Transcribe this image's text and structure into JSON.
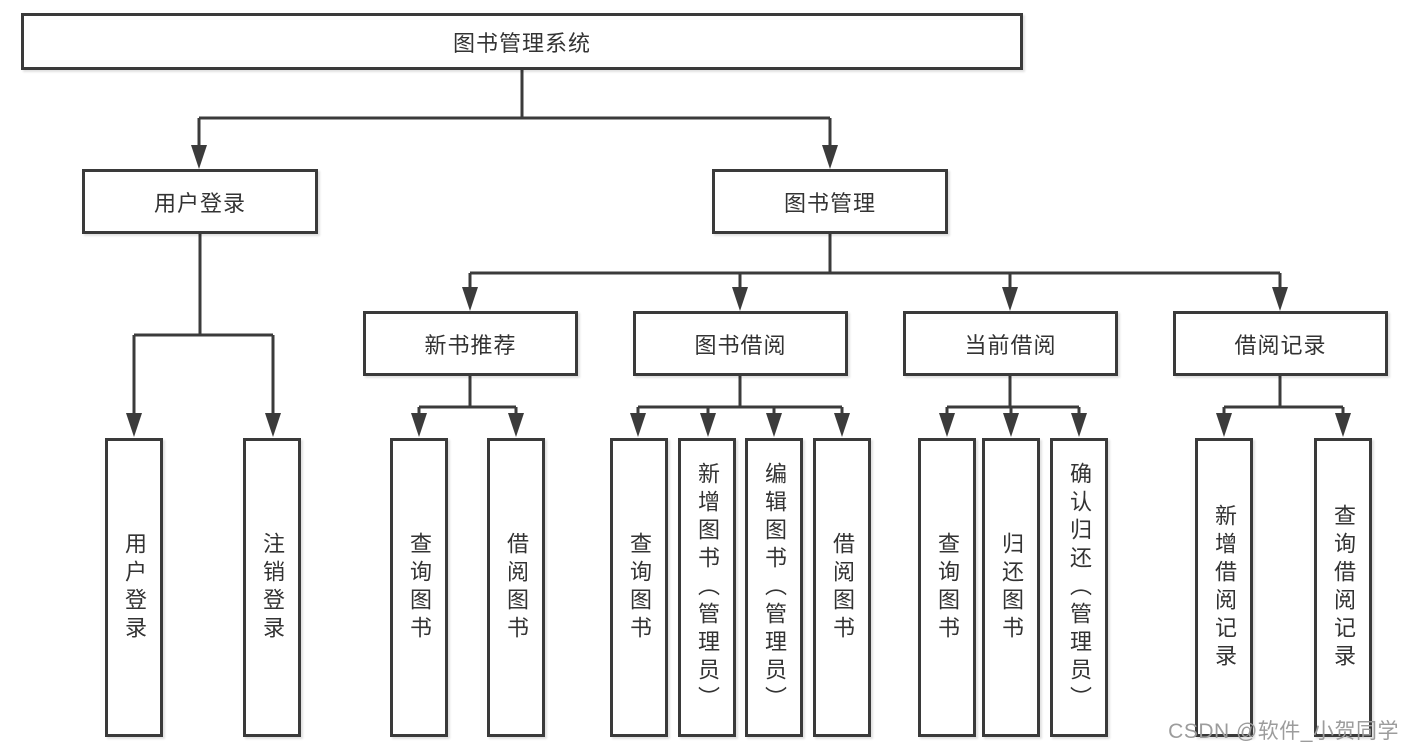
{
  "tree": {
    "label": "图书管理系统",
    "children": [
      {
        "label": "用户登录",
        "children": [
          {
            "label": "用户登录"
          },
          {
            "label": "注销登录"
          }
        ]
      },
      {
        "label": "图书管理",
        "children": [
          {
            "label": "新书推荐",
            "children": [
              {
                "label": "查询图书"
              },
              {
                "label": "借阅图书"
              }
            ]
          },
          {
            "label": "图书借阅",
            "children": [
              {
                "label": "查询图书"
              },
              {
                "label": "新增图书（管理员）"
              },
              {
                "label": "编辑图书（管理员）"
              },
              {
                "label": "借阅图书"
              }
            ]
          },
          {
            "label": "当前借阅",
            "children": [
              {
                "label": "查询图书"
              },
              {
                "label": "归还图书"
              },
              {
                "label": "确认归还（管理员）"
              }
            ]
          },
          {
            "label": "借阅记录",
            "children": [
              {
                "label": "新增借阅记录"
              },
              {
                "label": "查询借阅记录"
              }
            ]
          }
        ]
      }
    ]
  },
  "watermark": {
    "text": "CSDN @软件_小贺同学"
  },
  "colors": {
    "line": "#3b3b3b",
    "box_border": "#3a3a3a",
    "text": "#333333",
    "background": "#ffffff",
    "watermark": "#9c9c9c"
  }
}
